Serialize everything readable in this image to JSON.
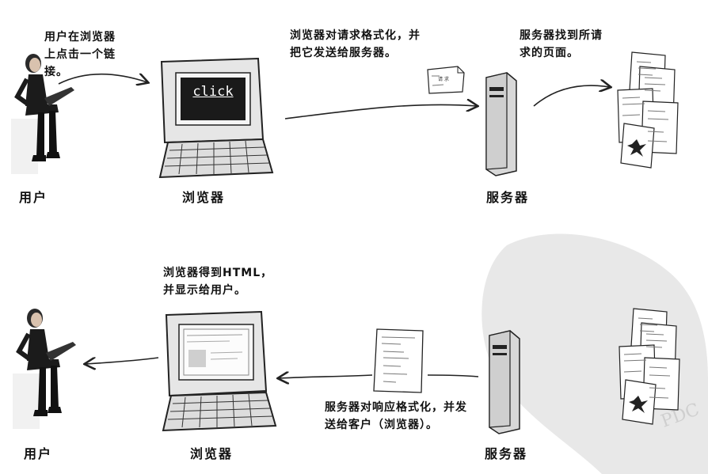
{
  "top_row": {
    "caption_user": "用户在浏览器上点击一个链接。",
    "caption_browser": "浏览器对请求格式化，并把它发送给服务器。",
    "caption_server": "服务器找到所请求的页面。",
    "screen_text": "click",
    "request_note": "请 求",
    "labels": {
      "user": "用户",
      "browser": "浏览器",
      "server": "服务器"
    }
  },
  "bottom_row": {
    "caption_browser": "浏览器得到HTML，并显示给用户。",
    "caption_server": "服务器对响应格式化，并发送给客户（浏览器）。",
    "labels": {
      "user": "用户",
      "browser": "浏览器",
      "server": "服务器"
    }
  },
  "watermark": {
    "text": "PDC"
  },
  "colors": {
    "ink": "#111111",
    "screen_bg": "#1a1a1a",
    "watermark": "#e4e4e4"
  }
}
